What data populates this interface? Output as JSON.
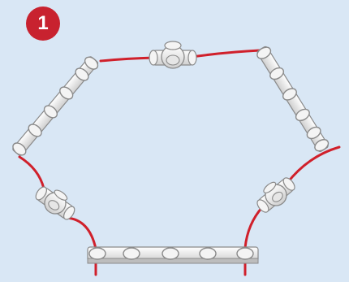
{
  "step": {
    "number": "1"
  },
  "parts": {
    "long_rods": 3,
    "hub_connectors": 3,
    "links": 6
  },
  "colors": {
    "background": "#d9e7f5",
    "badge": "#c8222f",
    "link_line": "#d0202b",
    "part_fill": "#f4f4f4",
    "part_stroke": "#8a8a8a"
  }
}
